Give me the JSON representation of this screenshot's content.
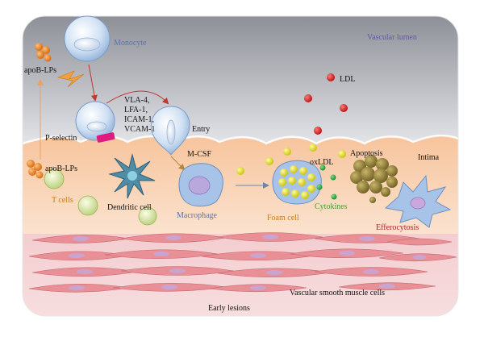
{
  "labels": {
    "monocyte": "Monocyte",
    "vascular_lumen": "Vascular lumen",
    "apob_lps_top": "apoB-LPs",
    "apob_lps_left": "apoB-LPs",
    "ldl": "LDL",
    "adhesion_vla4": "VLA-4,",
    "adhesion_lfa1": "LFA-1,",
    "adhesion_icam1": "ICAM-1,",
    "adhesion_vcam1": "VCAM-1",
    "p_selectin": "P-selectin",
    "entry": "Entry",
    "mcsf": "M-CSF",
    "oxldl": "oxLDL",
    "apoptosis": "Apoptosis",
    "intima": "Intima",
    "t_cells": "T cells",
    "dendritic_cell": "Dendritic cell",
    "macrophage": "Macrophage",
    "foam_cell": "Foam cell",
    "cytokines": "Cytokines",
    "efferocytosis": "Efferocytosis",
    "vsmc": "Vascular smooth muscle cells",
    "early_lesions": "Early lesions"
  },
  "colors": {
    "lumen_top": "#9a9ca3",
    "lumen_bottom": "#d6d7dc",
    "intima": "#f8d3b3",
    "media": "#f2c9cc",
    "label_blue": "#5b73b0",
    "label_purple": "#6a5a9a",
    "label_orange": "#c87a1e",
    "label_green": "#4e9a2e",
    "label_red": "#b0222a",
    "ldl_red": "#d41818",
    "oxldl_yellow": "#e9e20e",
    "cytokine_green": "#1fa23a",
    "apob_orange": "#e87a1c",
    "p_selectin_pink": "#e01a7e"
  },
  "icons": {
    "lightning": "lightning-bolt-icon",
    "arrow": "arrow-icon"
  }
}
